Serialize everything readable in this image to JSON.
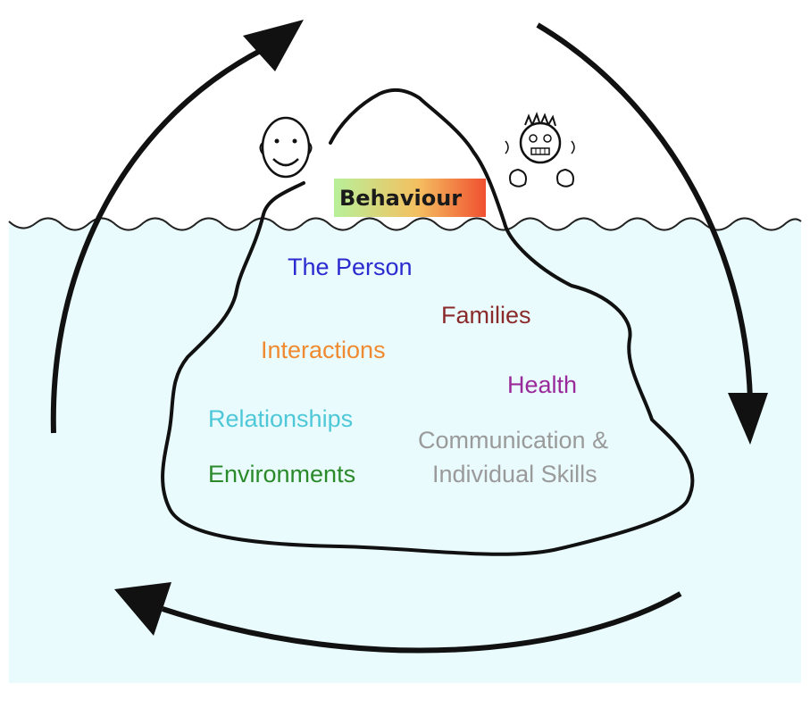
{
  "behaviour": {
    "label": "Behaviour",
    "gradient_colors": [
      "#b8f09a",
      "#f4c060",
      "#f05030"
    ]
  },
  "labels": {
    "the_person": {
      "text": "The Person",
      "color": "#2a2ad0"
    },
    "families": {
      "text": "Families",
      "color": "#8b2a2a"
    },
    "interactions": {
      "text": "Interactions",
      "color": "#f08a30"
    },
    "health": {
      "text": "Health",
      "color": "#9a2a9a"
    },
    "relationships": {
      "text": "Relationships",
      "color": "#4ec8d8"
    },
    "environments": {
      "text": "Environments",
      "color": "#2a8a2a"
    },
    "communication_line1": {
      "text": "Communication &",
      "color": "#9a9a9a"
    },
    "communication_line2": {
      "text": "Individual Skills",
      "color": "#9a9a9a"
    }
  },
  "colors": {
    "water": "#e9fbfd",
    "outline": "#111111"
  },
  "icons": [
    "smiling-face-icon",
    "distressed-face-icon",
    "cycle-arrow-icon"
  ]
}
